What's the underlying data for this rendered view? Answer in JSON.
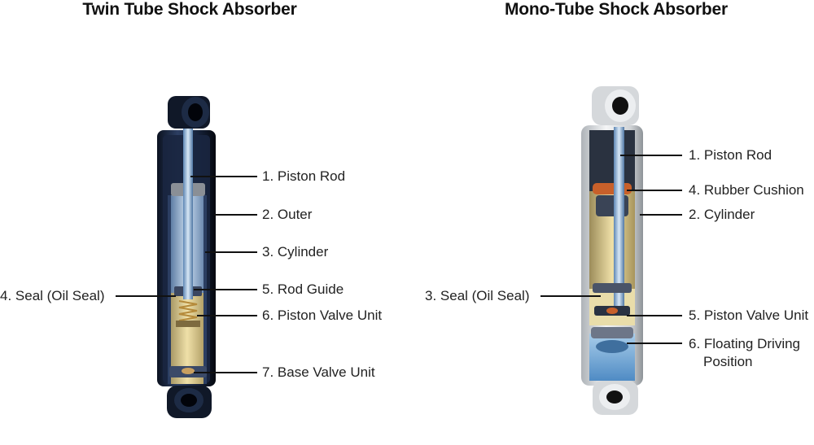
{
  "twin": {
    "title": "Twin Tube Shock Absorber",
    "labels": [
      "1. Piston Rod",
      "2. Outer",
      "3. Cylinder",
      "4. Seal (Oil Seal)",
      "5. Rod Guide",
      "6. Piston Valve Unit",
      "7. Base Valve Unit"
    ]
  },
  "mono": {
    "title": "Mono-Tube Shock Absorber",
    "labels": [
      "1. Piston Rod",
      "4. Rubber Cushion",
      "2. Cylinder",
      "3. Seal (Oil Seal)",
      "5. Piston Valve Unit",
      "6. Floating Driving",
      "Position"
    ]
  },
  "colors": {
    "leader": "#111111",
    "twin_body": "#1c2a48",
    "mono_body": "#e4e6e8",
    "oil": "#d8c68a",
    "rod": "#8fb3d6",
    "cushion": "#c8602a",
    "gas": "#7fb0d8"
  }
}
